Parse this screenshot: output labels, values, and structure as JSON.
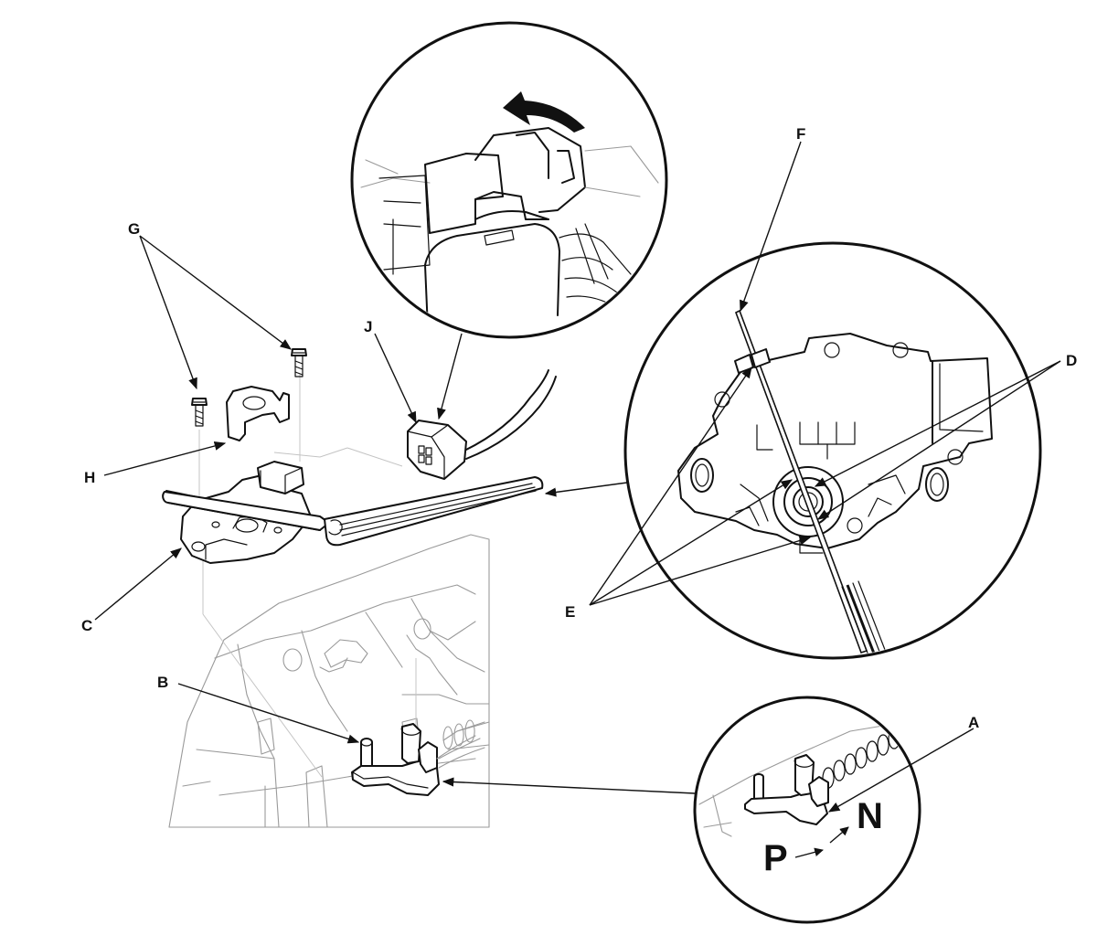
{
  "callouts": {
    "A": "A",
    "B": "B",
    "C": "C",
    "D": "D",
    "E": "E",
    "F": "F",
    "G": "G",
    "H": "H",
    "J": "J"
  },
  "positions": {
    "P": "P",
    "N": "N"
  }
}
